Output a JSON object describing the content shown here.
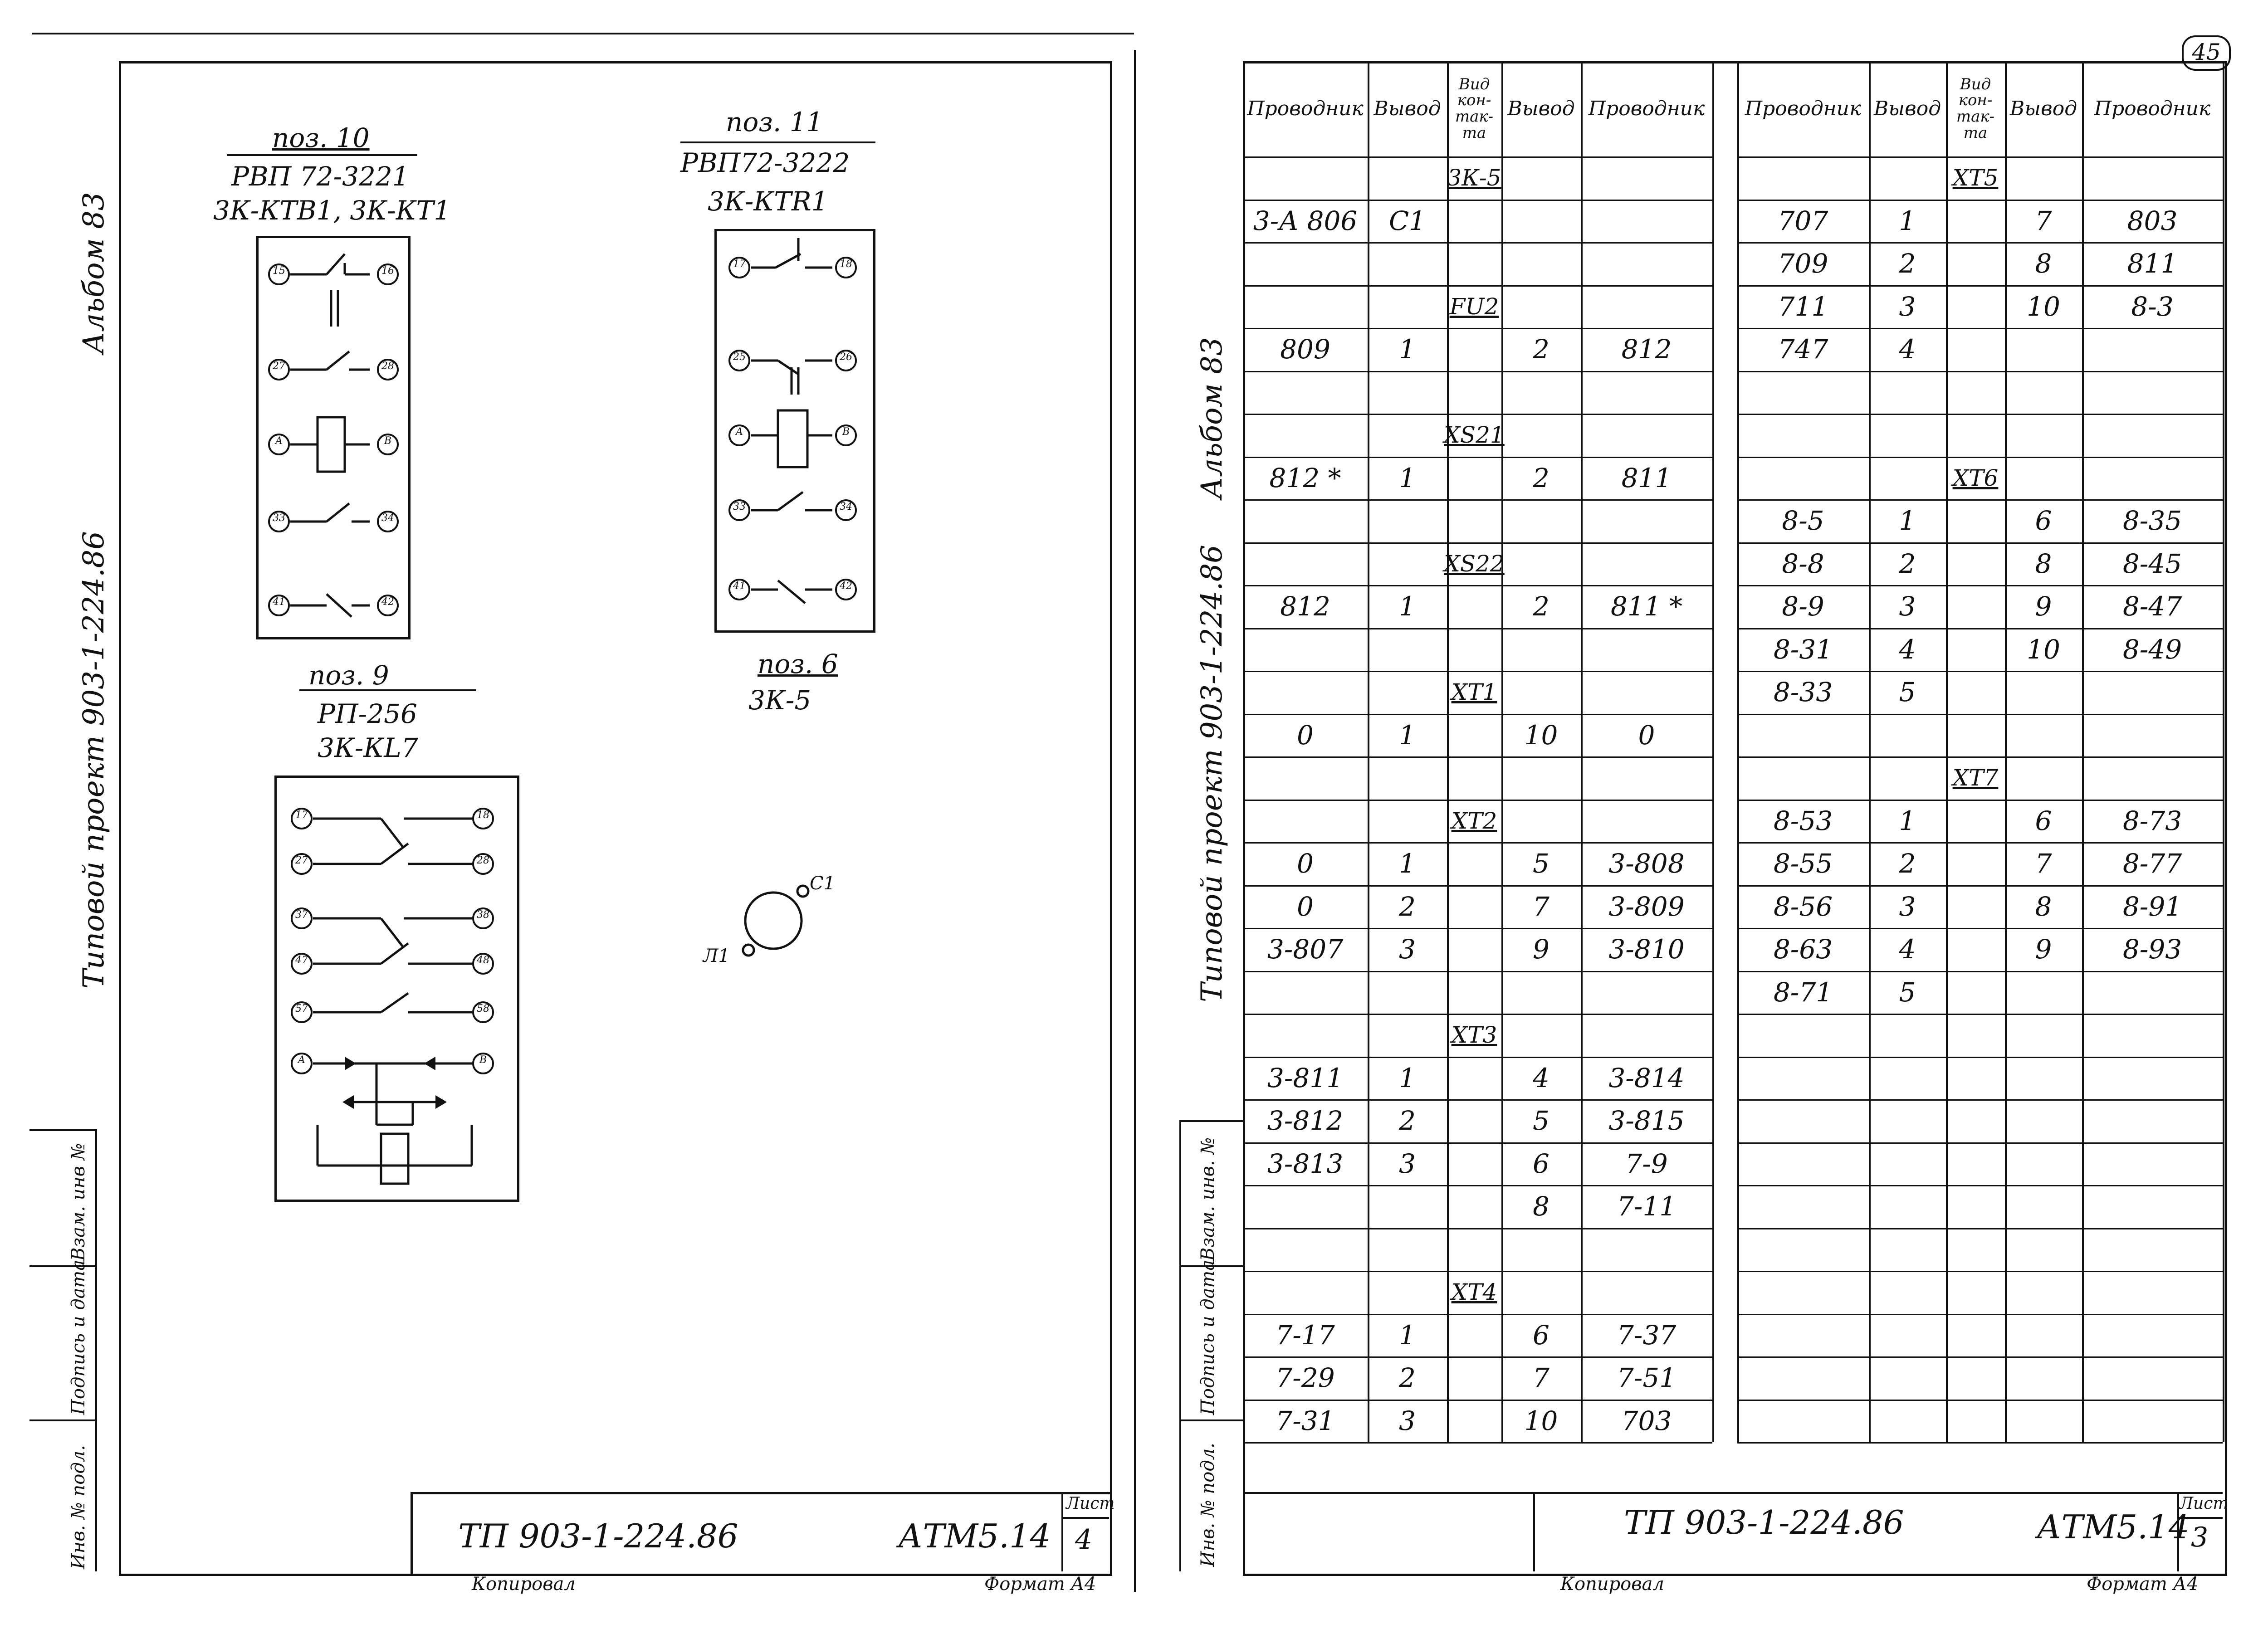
{
  "page_number": "45",
  "left_sheet": {
    "side_labels": {
      "album": "Альбом 83",
      "project": "Типовой проект 903-1-224.86"
    },
    "stamp_labels": {
      "vzam": "Взам. инв №",
      "podpis": "Подпись и дата",
      "inv": "Инв. № подл."
    },
    "devices": [
      {
        "pos": "поз. 10",
        "model": "РВП 72-3221",
        "refs": "3К-КТВ1, 3К-КТ1",
        "terminals": [
          "15",
          "16",
          "27",
          "28",
          "A",
          "B",
          "33",
          "34",
          "41",
          "42"
        ]
      },
      {
        "pos": "поз. 11",
        "model": "РВП72-3222",
        "refs": "3К-КТR1",
        "terminals": [
          "17",
          "18",
          "25",
          "26",
          "A",
          "B",
          "33",
          "34",
          "41",
          "42"
        ]
      },
      {
        "pos": "поз. 9",
        "model": "РП-256",
        "refs": "3К-КL7",
        "terminals": [
          "17",
          "18",
          "27",
          "28",
          "37",
          "38",
          "47",
          "48",
          "57",
          "58",
          "A",
          "B"
        ]
      },
      {
        "pos": "поз. 6",
        "model": "3К-5",
        "refs": "",
        "terminals": [
          "С1",
          "Л1"
        ]
      }
    ],
    "title_block": {
      "code": "ТП 903-1-224.86",
      "doc": "АТМ5.14",
      "sheet_label": "Лист",
      "sheet": "4"
    },
    "footer": {
      "copied": "Копировал",
      "format": "Формат А4"
    }
  },
  "right_sheet": {
    "side_labels": {
      "album": "Альбом 83",
      "project": "Типовой проект 903-1-224.86"
    },
    "stamp_labels": {
      "vzam": "Взам. инв. №",
      "podpis": "Подпись и дата",
      "inv": "Инв. № подл."
    },
    "headers": [
      "Проводник",
      "Вывод",
      "Вид кон-так-та",
      "Вывод",
      "Проводник"
    ],
    "left_table": [
      {
        "g": "3К-5"
      },
      {
        "c": [
          "3-А 806",
          "С1",
          "",
          "",
          ""
        ]
      },
      {
        "c": [
          "",
          "",
          "",
          "",
          ""
        ]
      },
      {
        "g": "FU2"
      },
      {
        "c": [
          "809",
          "1",
          "",
          "2",
          "812"
        ]
      },
      {
        "c": [
          "",
          "",
          "",
          "",
          ""
        ]
      },
      {
        "g": "XS21"
      },
      {
        "c": [
          "812 *",
          "1",
          "",
          "2",
          "811"
        ]
      },
      {
        "c": [
          "",
          "",
          "",
          "",
          ""
        ]
      },
      {
        "g": "XS22"
      },
      {
        "c": [
          "812",
          "1",
          "",
          "2",
          "811 *"
        ]
      },
      {
        "c": [
          "",
          "",
          "",
          "",
          ""
        ]
      },
      {
        "g": "XT1"
      },
      {
        "c": [
          "0",
          "1",
          "",
          "10",
          "0"
        ]
      },
      {
        "c": [
          "",
          "",
          "",
          "",
          ""
        ]
      },
      {
        "g": "XT2"
      },
      {
        "c": [
          "0",
          "1",
          "",
          "5",
          "3-808"
        ]
      },
      {
        "c": [
          "0",
          "2",
          "",
          "7",
          "3-809"
        ]
      },
      {
        "c": [
          "3-807",
          "3",
          "",
          "9",
          "3-810"
        ]
      },
      {
        "c": [
          "",
          "",
          "",
          "",
          ""
        ]
      },
      {
        "g": "XT3"
      },
      {
        "c": [
          "3-811",
          "1",
          "",
          "4",
          "3-814"
        ]
      },
      {
        "c": [
          "3-812",
          "2",
          "",
          "5",
          "3-815"
        ]
      },
      {
        "c": [
          "3-813",
          "3",
          "",
          "6",
          "7-9"
        ]
      },
      {
        "c": [
          "",
          "",
          "",
          "8",
          "7-11"
        ]
      },
      {
        "c": [
          "",
          "",
          "",
          "",
          ""
        ]
      },
      {
        "g": "XT4"
      },
      {
        "c": [
          "7-17",
          "1",
          "",
          "6",
          "7-37"
        ]
      },
      {
        "c": [
          "7-29",
          "2",
          "",
          "7",
          "7-51"
        ]
      },
      {
        "c": [
          "7-31",
          "3",
          "",
          "10",
          "703"
        ]
      }
    ],
    "right_table": [
      {
        "g": "XT5"
      },
      {
        "c": [
          "707",
          "1",
          "",
          "7",
          "803"
        ]
      },
      {
        "c": [
          "709",
          "2",
          "",
          "8",
          "811"
        ]
      },
      {
        "c": [
          "711",
          "3",
          "",
          "10",
          "8-3"
        ]
      },
      {
        "c": [
          "747",
          "4",
          "",
          "",
          ""
        ]
      },
      {
        "c": [
          "",
          "",
          "",
          "",
          ""
        ]
      },
      {
        "c": [
          "",
          "",
          "",
          "",
          ""
        ]
      },
      {
        "g": "XT6"
      },
      {
        "c": [
          "8-5",
          "1",
          "",
          "6",
          "8-35"
        ]
      },
      {
        "c": [
          "8-8",
          "2",
          "",
          "8",
          "8-45"
        ]
      },
      {
        "c": [
          "8-9",
          "3",
          "",
          "9",
          "8-47"
        ]
      },
      {
        "c": [
          "8-31",
          "4",
          "",
          "10",
          "8-49"
        ]
      },
      {
        "c": [
          "8-33",
          "5",
          "",
          "",
          ""
        ]
      },
      {
        "c": [
          "",
          "",
          "",
          "",
          ""
        ]
      },
      {
        "g": "XT7"
      },
      {
        "c": [
          "8-53",
          "1",
          "",
          "6",
          "8-73"
        ]
      },
      {
        "c": [
          "8-55",
          "2",
          "",
          "7",
          "8-77"
        ]
      },
      {
        "c": [
          "8-56",
          "3",
          "",
          "8",
          "8-91"
        ]
      },
      {
        "c": [
          "8-63",
          "4",
          "",
          "9",
          "8-93"
        ]
      },
      {
        "c": [
          "8-71",
          "5",
          "",
          "",
          ""
        ]
      },
      {
        "c": [
          "",
          "",
          "",
          "",
          ""
        ]
      },
      {
        "c": [
          "",
          "",
          "",
          "",
          ""
        ]
      },
      {
        "c": [
          "",
          "",
          "",
          "",
          ""
        ]
      },
      {
        "c": [
          "",
          "",
          "",
          "",
          ""
        ]
      },
      {
        "c": [
          "",
          "",
          "",
          "",
          ""
        ]
      },
      {
        "c": [
          "",
          "",
          "",
          "",
          ""
        ]
      },
      {
        "c": [
          "",
          "",
          "",
          "",
          ""
        ]
      },
      {
        "c": [
          "",
          "",
          "",
          "",
          ""
        ]
      },
      {
        "c": [
          "",
          "",
          "",
          "",
          ""
        ]
      },
      {
        "c": [
          "",
          "",
          "",
          "",
          ""
        ]
      }
    ],
    "title_block": {
      "code": "ТП 903-1-224.86",
      "doc": "АТМ5.14",
      "sheet_label": "Лист",
      "sheet": "3"
    },
    "footer": {
      "copied": "Копировал",
      "format": "Формат А4"
    }
  }
}
